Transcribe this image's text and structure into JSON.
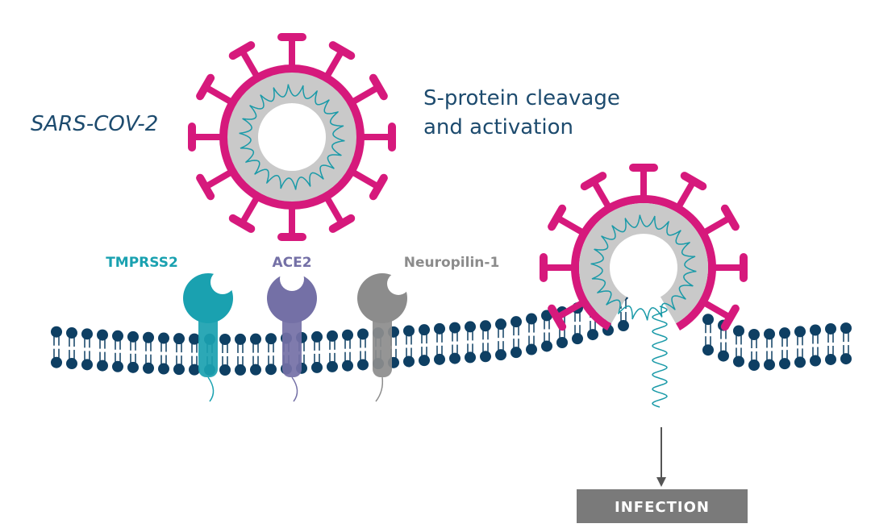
{
  "labels": {
    "virus": "SARS-COV-2",
    "step_line1": "S-protein cleavage",
    "step_line2": "and activation",
    "infection": "INFECTION"
  },
  "receptors": [
    {
      "name": "TMPRSS2",
      "color": "#1aa1b0"
    },
    {
      "name": "ACE2",
      "color": "#7470a6"
    },
    {
      "name": "Neuropilin-1",
      "color": "#8c8c8c"
    }
  ],
  "colors": {
    "spike": "#d6197c",
    "capsid": "#c9c9c9",
    "rna": "#1a9aa8",
    "lipid_head": "#0e3f63",
    "title_text": "#1d4b6e",
    "infection_box": "#7a7a7a",
    "infection_text": "#ffffff",
    "arrow": "#555555"
  },
  "icons": [
    "virus-particle-icon",
    "fusing-virus-icon",
    "cell-membrane",
    "receptor-icons",
    "down-arrow-icon"
  ]
}
